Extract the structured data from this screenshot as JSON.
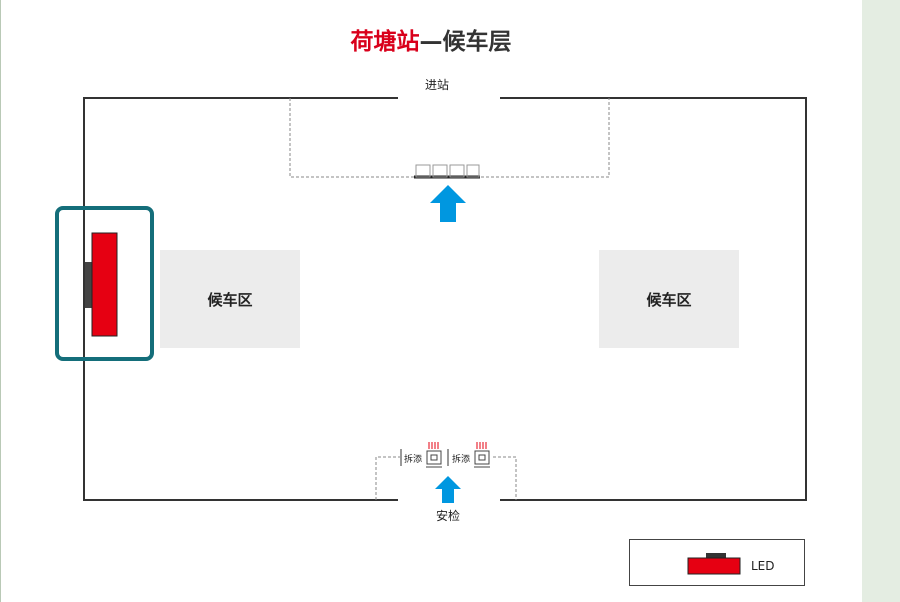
{
  "title": {
    "station": "荷塘站",
    "rest": "—候车层"
  },
  "labels": {
    "entrance": "进站",
    "security": "安检",
    "waiting_area_left": "候车区",
    "waiting_area_right": "候车区",
    "screening_1": "拆添",
    "screening_2": "拆添"
  },
  "legend": {
    "led_label": "LED"
  },
  "colors": {
    "led": "#e60012",
    "arrow": "#0097e0",
    "highlight": "#146e7a",
    "station_name": "#d9001b"
  },
  "icons": [
    "up-arrow-icon",
    "up-arrow-icon",
    "led-screen-icon",
    "security-scanner-icon"
  ]
}
